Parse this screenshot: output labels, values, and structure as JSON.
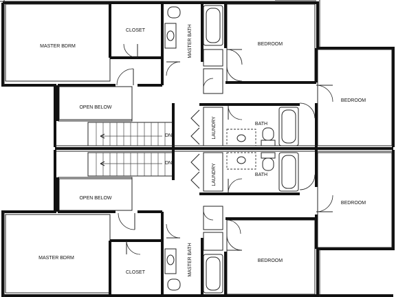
{
  "labels": {
    "upper": {
      "master_bedroom": "MASTER BDRM",
      "closet": "CLOSET",
      "master_bath": "MASTER BATH",
      "bedroom_top": "BEDROOM",
      "bedroom_right": "BEDROOM",
      "open_below": "OPEN BELOW",
      "laundry": "LAUNDRY",
      "bath": "BATH",
      "stair_down": "DN"
    },
    "lower": {
      "master_bedroom": "MASTER BDRM",
      "closet": "CLOSET",
      "master_bath": "MASTER BATH",
      "bedroom_bottom": "BEDROOM",
      "bedroom_right": "BEDROOM",
      "open_below": "OPEN BELOW",
      "laundry": "LAUNDRY",
      "bath": "BATH",
      "stair_down": "DN"
    }
  }
}
